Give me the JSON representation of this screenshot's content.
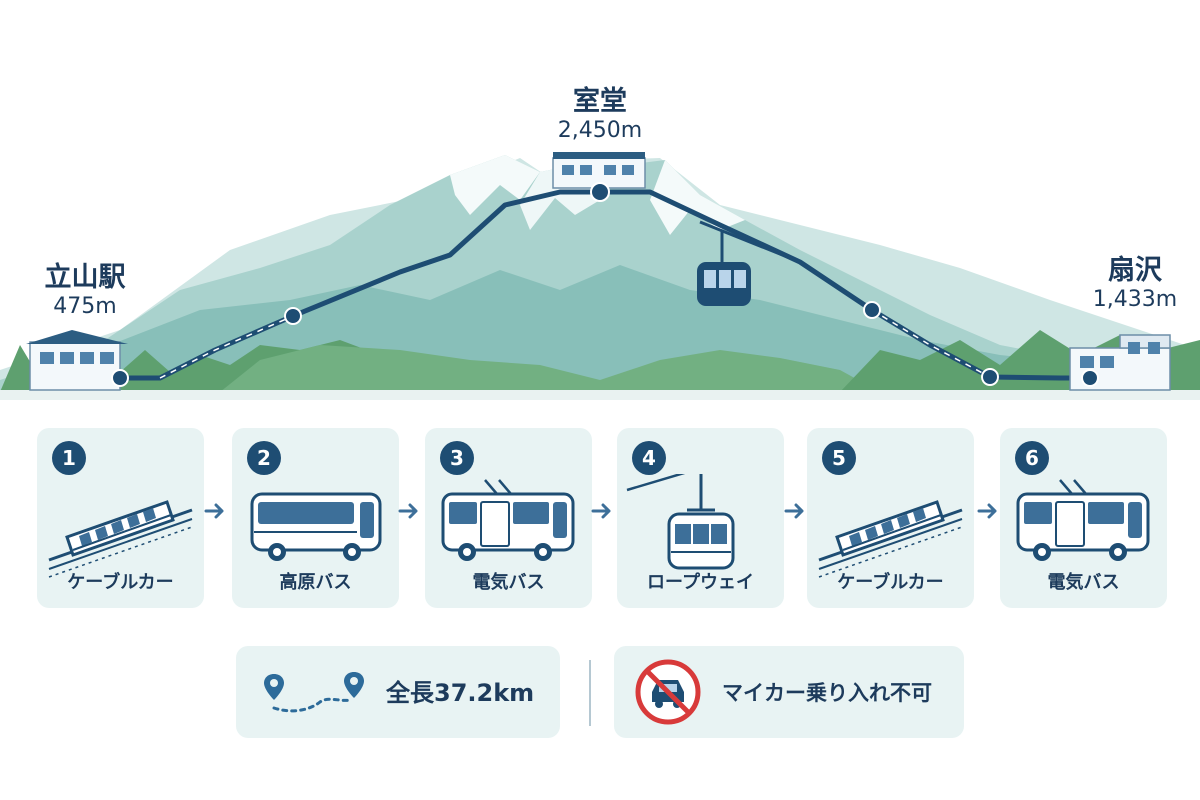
{
  "colors": {
    "navy": "#1e4d73",
    "mountain_light": "#cfe6e4",
    "mountain_mid": "#9cc9c5",
    "mountain_dark": "#6aa8a7",
    "forest": "#5ea06f",
    "card_bg": "#e8f3f3",
    "no_car_red": "#d83a3a"
  },
  "stations": [
    {
      "name": "立山駅",
      "elevation": "475m"
    },
    {
      "name": "室堂",
      "elevation": "2,450m"
    },
    {
      "name": "扇沢",
      "elevation": "1,433m"
    }
  ],
  "steps": [
    {
      "number": "1",
      "label": "ケーブルカー",
      "icon": "cable-car-icon"
    },
    {
      "number": "2",
      "label": "高原バス",
      "icon": "highland-bus-icon"
    },
    {
      "number": "3",
      "label": "電気バス",
      "icon": "electric-bus-icon"
    },
    {
      "number": "4",
      "label": "ロープウェイ",
      "icon": "ropeway-icon"
    },
    {
      "number": "5",
      "label": "ケーブルカー",
      "icon": "cable-car-icon"
    },
    {
      "number": "6",
      "label": "電気バス",
      "icon": "electric-bus-icon"
    }
  ],
  "info": {
    "distance_label": "全長37.2km",
    "no_car_label": "マイカー乗り入れ不可",
    "distance_icon": "route-pin-icon",
    "no_car_icon": "no-car-icon"
  }
}
